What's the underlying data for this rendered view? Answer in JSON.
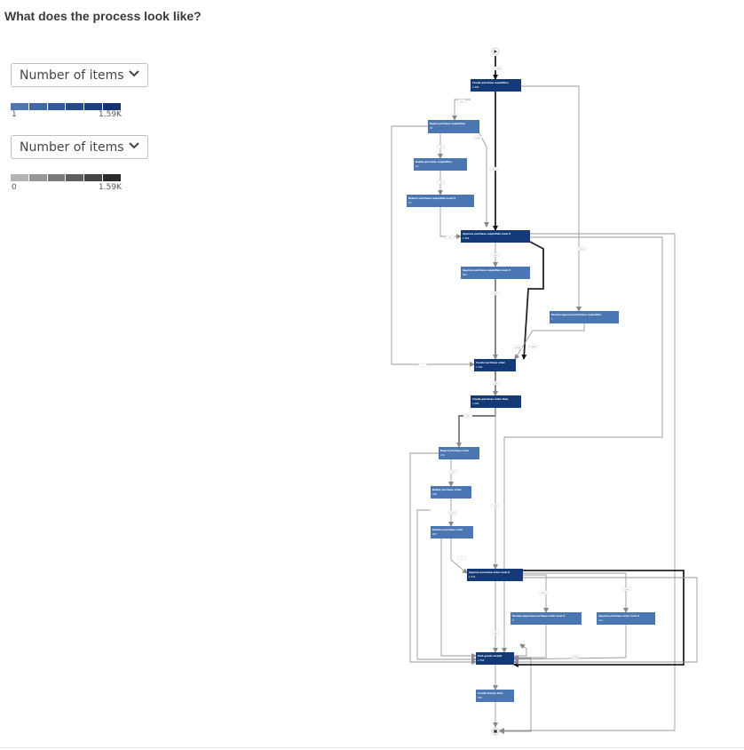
{
  "title": "What does the process look like?",
  "node_filter": {
    "selected": "Number of items",
    "scale_min": "1",
    "scale_max": "1.59K",
    "scale_colors": [
      "#4d77ae",
      "#3f69a4",
      "#33599a",
      "#264b8b",
      "#1c3e7c",
      "#12336f"
    ]
  },
  "edge_filter": {
    "selected": "Number of items",
    "scale_min": "0",
    "scale_max": "1.59K",
    "scale_colors": [
      "#b4b4b4",
      "#979797",
      "#7a7a7a",
      "#5e5e5e",
      "#444444",
      "#2b2b2b"
    ]
  },
  "icons": {
    "chevron": "chevron-down-icon",
    "start": "start-event-icon",
    "end": "end-event-icon"
  },
  "colors": {
    "node_dark": "#133a76",
    "node_light": "#4a76b1",
    "edge": "#9a9a9a",
    "edge_heavy": "#222222"
  },
  "nodes": [
    {
      "title": "Create purchase requisition",
      "count": "1,584"
    },
    {
      "title": "Reject purchase requisition",
      "count": "33"
    },
    {
      "title": "Delete purchase requisition",
      "count": "16"
    },
    {
      "title": "Restore purchase requisition level 0",
      "count": "16"
    },
    {
      "title": "Approve purchase requisition level 0",
      "count": "1,584"
    },
    {
      "title": "Approve purchase requisition level 0",
      "count": "602"
    },
    {
      "title": "Revoke approved purchase requisition",
      "count": "1"
    },
    {
      "title": "Create purchase order",
      "count": "1,584"
    },
    {
      "title": "Create purchase order item",
      "count": "1,584"
    },
    {
      "title": "Reject purchase order",
      "count": "134"
    },
    {
      "title": "Delete purchase order",
      "count": "320"
    },
    {
      "title": "Restore purchase order",
      "count": "323"
    },
    {
      "title": "Approve purchase order level 0",
      "count": "1,552"
    },
    {
      "title": "Revoke approved purchase order level 0",
      "count": "5"
    },
    {
      "title": "Approve purchase order level 0",
      "count": "144"
    },
    {
      "title": "Post goods receipt",
      "count": "1,584"
    },
    {
      "title": "Create invoice item",
      "count": "326"
    }
  ],
  "edge_labels": [
    "1,584",
    "33",
    "1,551",
    "16",
    "16",
    "16",
    "601",
    "602",
    "1,584",
    "128",
    "1,584",
    "1",
    "1,584",
    "134",
    "320",
    "322",
    "1,129",
    "5",
    "144",
    "1,552",
    "326",
    "326",
    "1,258"
  ]
}
